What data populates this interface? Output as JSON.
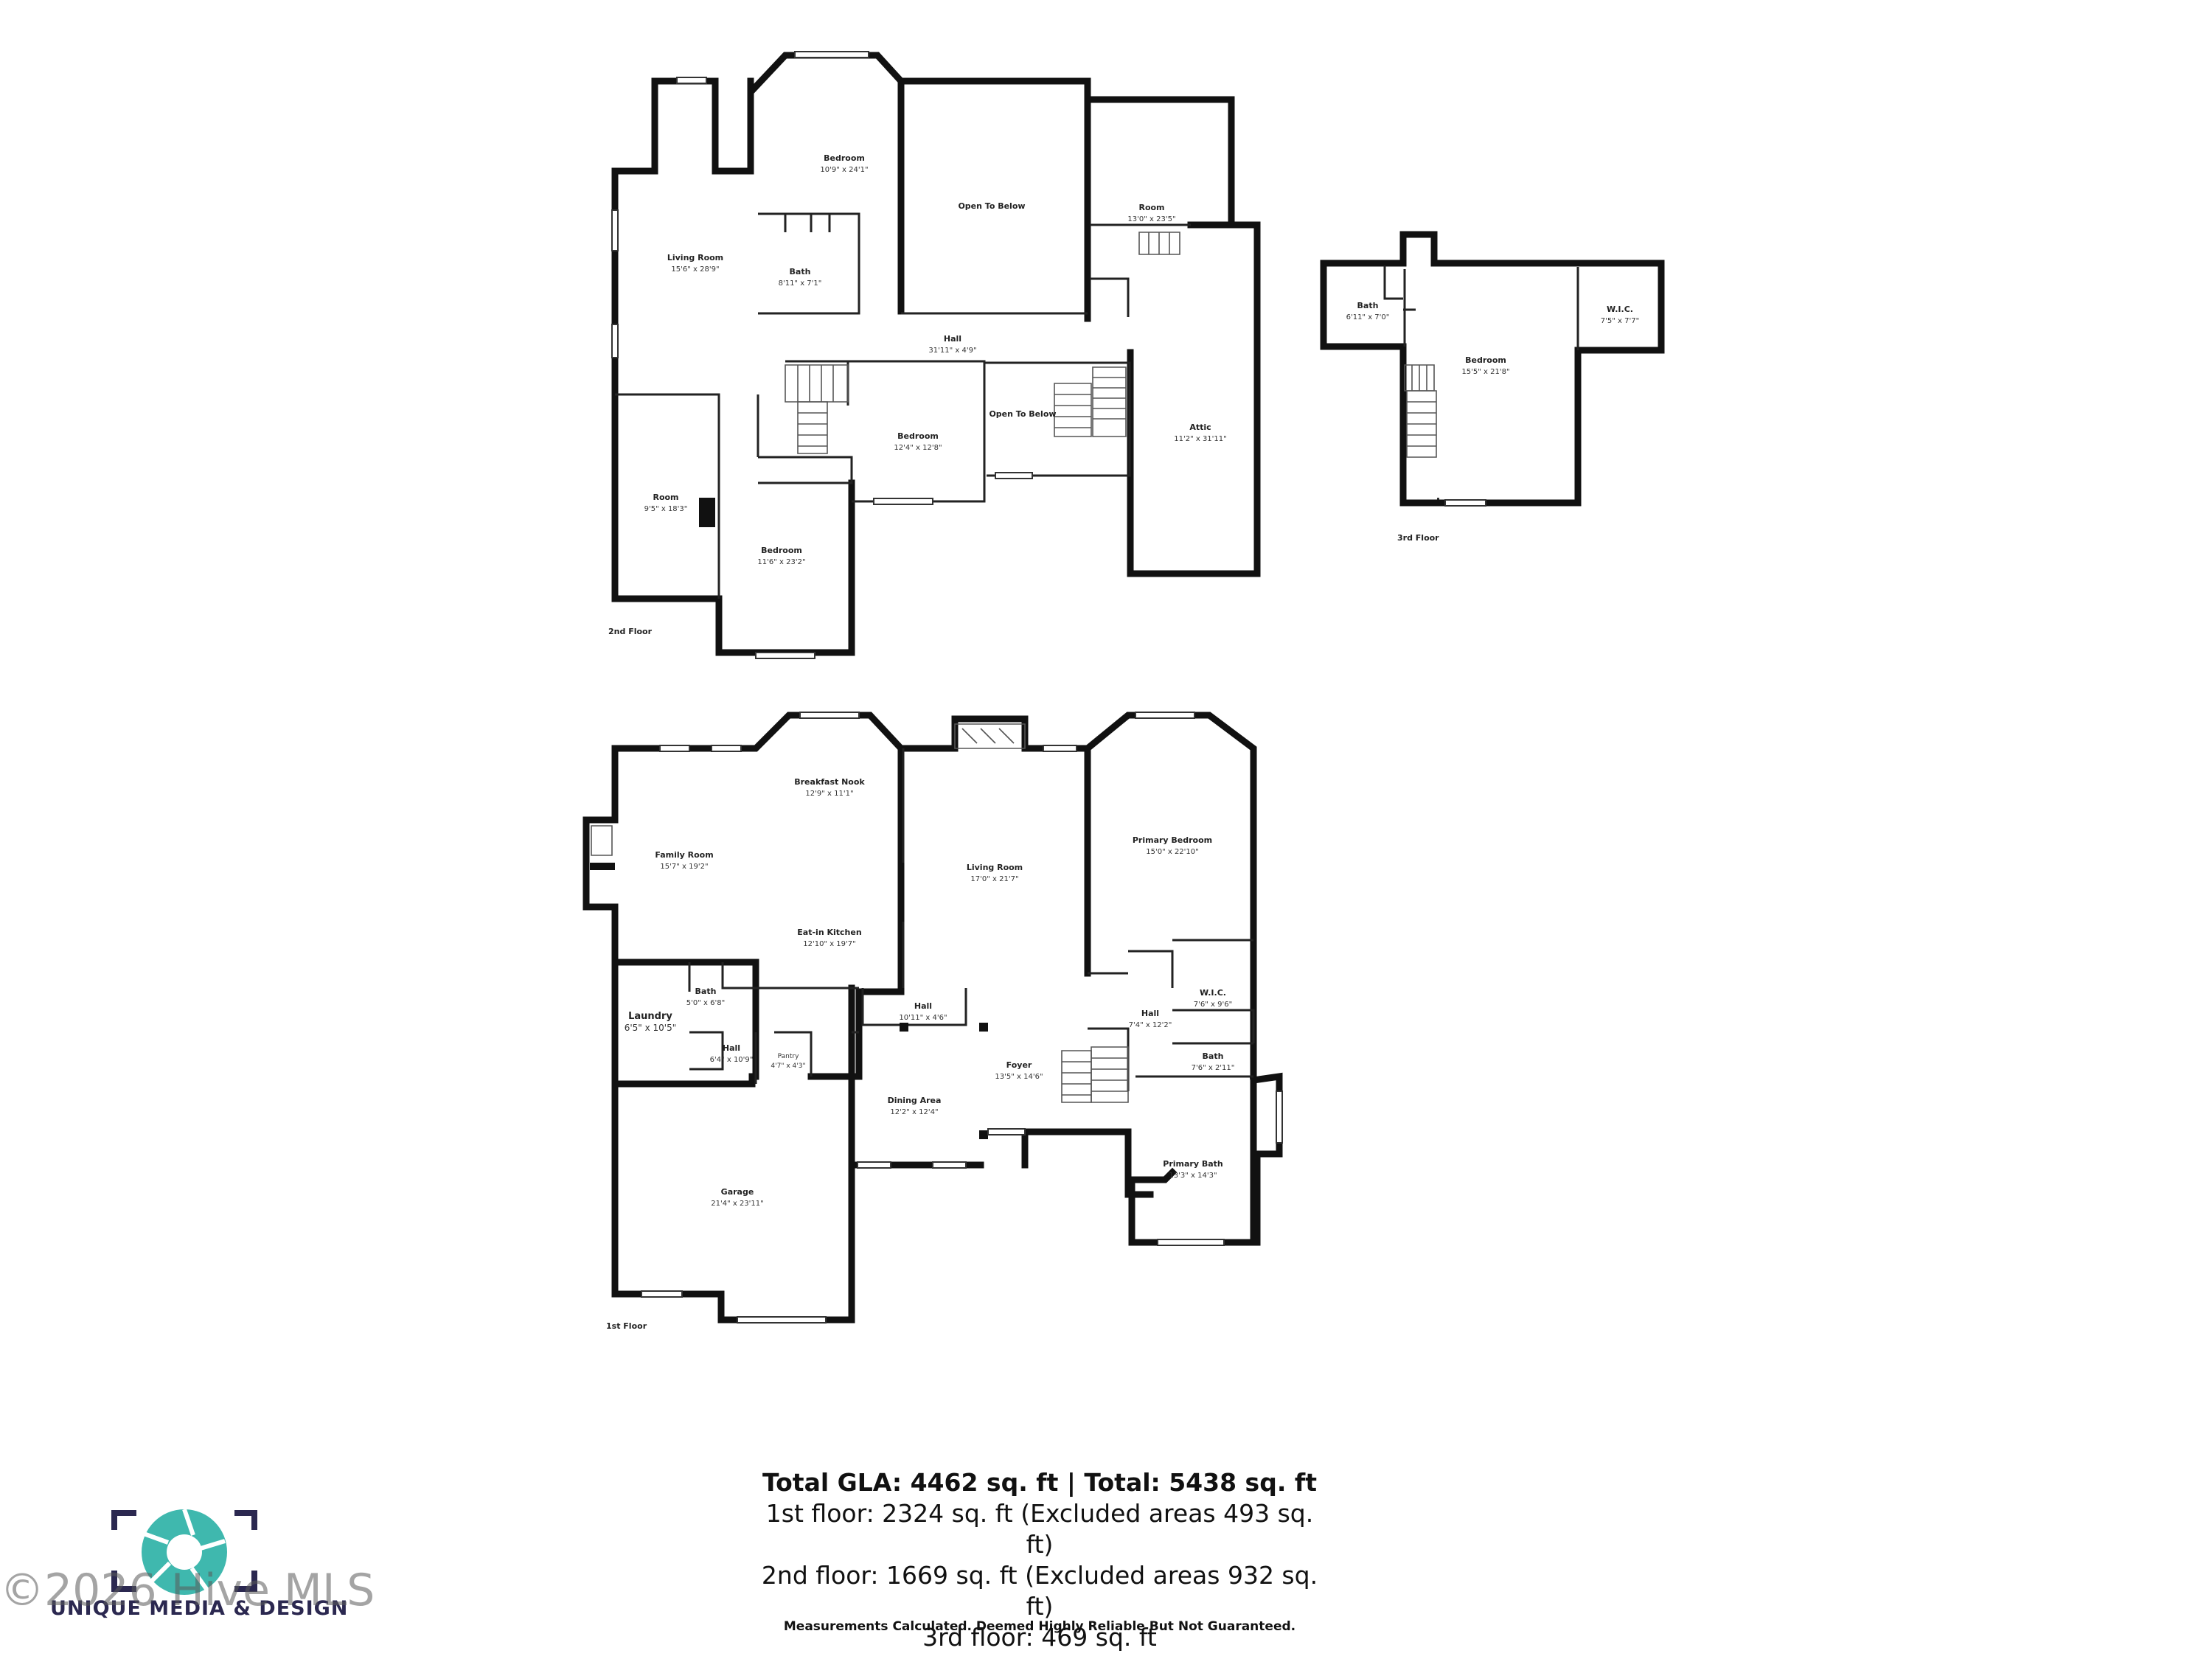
{
  "floors": {
    "second": {
      "label": "2nd Floor",
      "rooms": [
        {
          "name": "Bedroom",
          "dims": "10'9\" x 24'1\""
        },
        {
          "name": "Open To Below",
          "dims": ""
        },
        {
          "name": "Room",
          "dims": "13'0\" x 23'5\""
        },
        {
          "name": "Living Room",
          "dims": "15'6\" x 28'9\""
        },
        {
          "name": "Bath",
          "dims": "8'11\" x 7'1\""
        },
        {
          "name": "Hall",
          "dims": "31'11\" x 4'9\""
        },
        {
          "name": "Bedroom",
          "dims": "12'4\" x 12'8\""
        },
        {
          "name": "Open To Below",
          "dims": ""
        },
        {
          "name": "Attic",
          "dims": "11'2\" x 31'11\""
        },
        {
          "name": "Room",
          "dims": "9'5\" x 18'3\""
        },
        {
          "name": "Bedroom",
          "dims": "11'6\" x 23'2\""
        }
      ]
    },
    "third": {
      "label": "3rd Floor",
      "rooms": [
        {
          "name": "Bath",
          "dims": "6'11\" x 7'0\""
        },
        {
          "name": "W.I.C.",
          "dims": "7'5\" x 7'7\""
        },
        {
          "name": "Bedroom",
          "dims": "15'5\" x 21'8\""
        }
      ]
    },
    "first": {
      "label": "1st Floor",
      "rooms": [
        {
          "name": "Breakfast Nook",
          "dims": "12'9\" x 11'1\""
        },
        {
          "name": "Family Room",
          "dims": "15'7\" x 19'2\""
        },
        {
          "name": "Living Room",
          "dims": "17'0\" x 21'7\""
        },
        {
          "name": "Primary Bedroom",
          "dims": "15'0\" x 22'10\""
        },
        {
          "name": "Eat-in Kitchen",
          "dims": "12'10\" x 19'7\""
        },
        {
          "name": "W.I.C.",
          "dims": "7'6\" x 9'6\""
        },
        {
          "name": "Bath",
          "dims": "5'0\" x 6'8\""
        },
        {
          "name": "Laundry",
          "dims": "6'5\" x 10'5\""
        },
        {
          "name": "Hall",
          "dims": "10'11\" x 4'6\""
        },
        {
          "name": "Hall",
          "dims": "7'4\" x 12'2\""
        },
        {
          "name": "Hall",
          "dims": "6'4\" x 10'9\""
        },
        {
          "name": "Pantry",
          "dims": "4'7\" x 4'3\""
        },
        {
          "name": "Foyer",
          "dims": "13'5\" x 14'6\""
        },
        {
          "name": "Bath",
          "dims": "7'6\" x 2'11\""
        },
        {
          "name": "Dining Area",
          "dims": "12'2\" x 12'4\""
        },
        {
          "name": "Primary Bath",
          "dims": "13'3\" x 14'3\""
        },
        {
          "name": "Garage",
          "dims": "21'4\" x 23'11\""
        }
      ]
    }
  },
  "summary": {
    "total": "Total GLA: 4462 sq. ft | Total: 5438 sq. ft",
    "first": "1st floor: 2324 sq. ft (Excluded areas 493 sq. ft)",
    "second": "2nd floor: 1669 sq. ft (Excluded areas 932 sq. ft)",
    "third": "3rd floor: 469 sq. ft"
  },
  "disclaimer": "Measurements Calculated. Deemed Highly Reliable But Not Guaranteed.",
  "brand": {
    "logo_text": "UNIQUE MEDIA & DESIGN",
    "logo_icon": "camera-aperture-icon",
    "logo_color": "#3fb8ae"
  },
  "watermark": "©2026 Hive MLS"
}
